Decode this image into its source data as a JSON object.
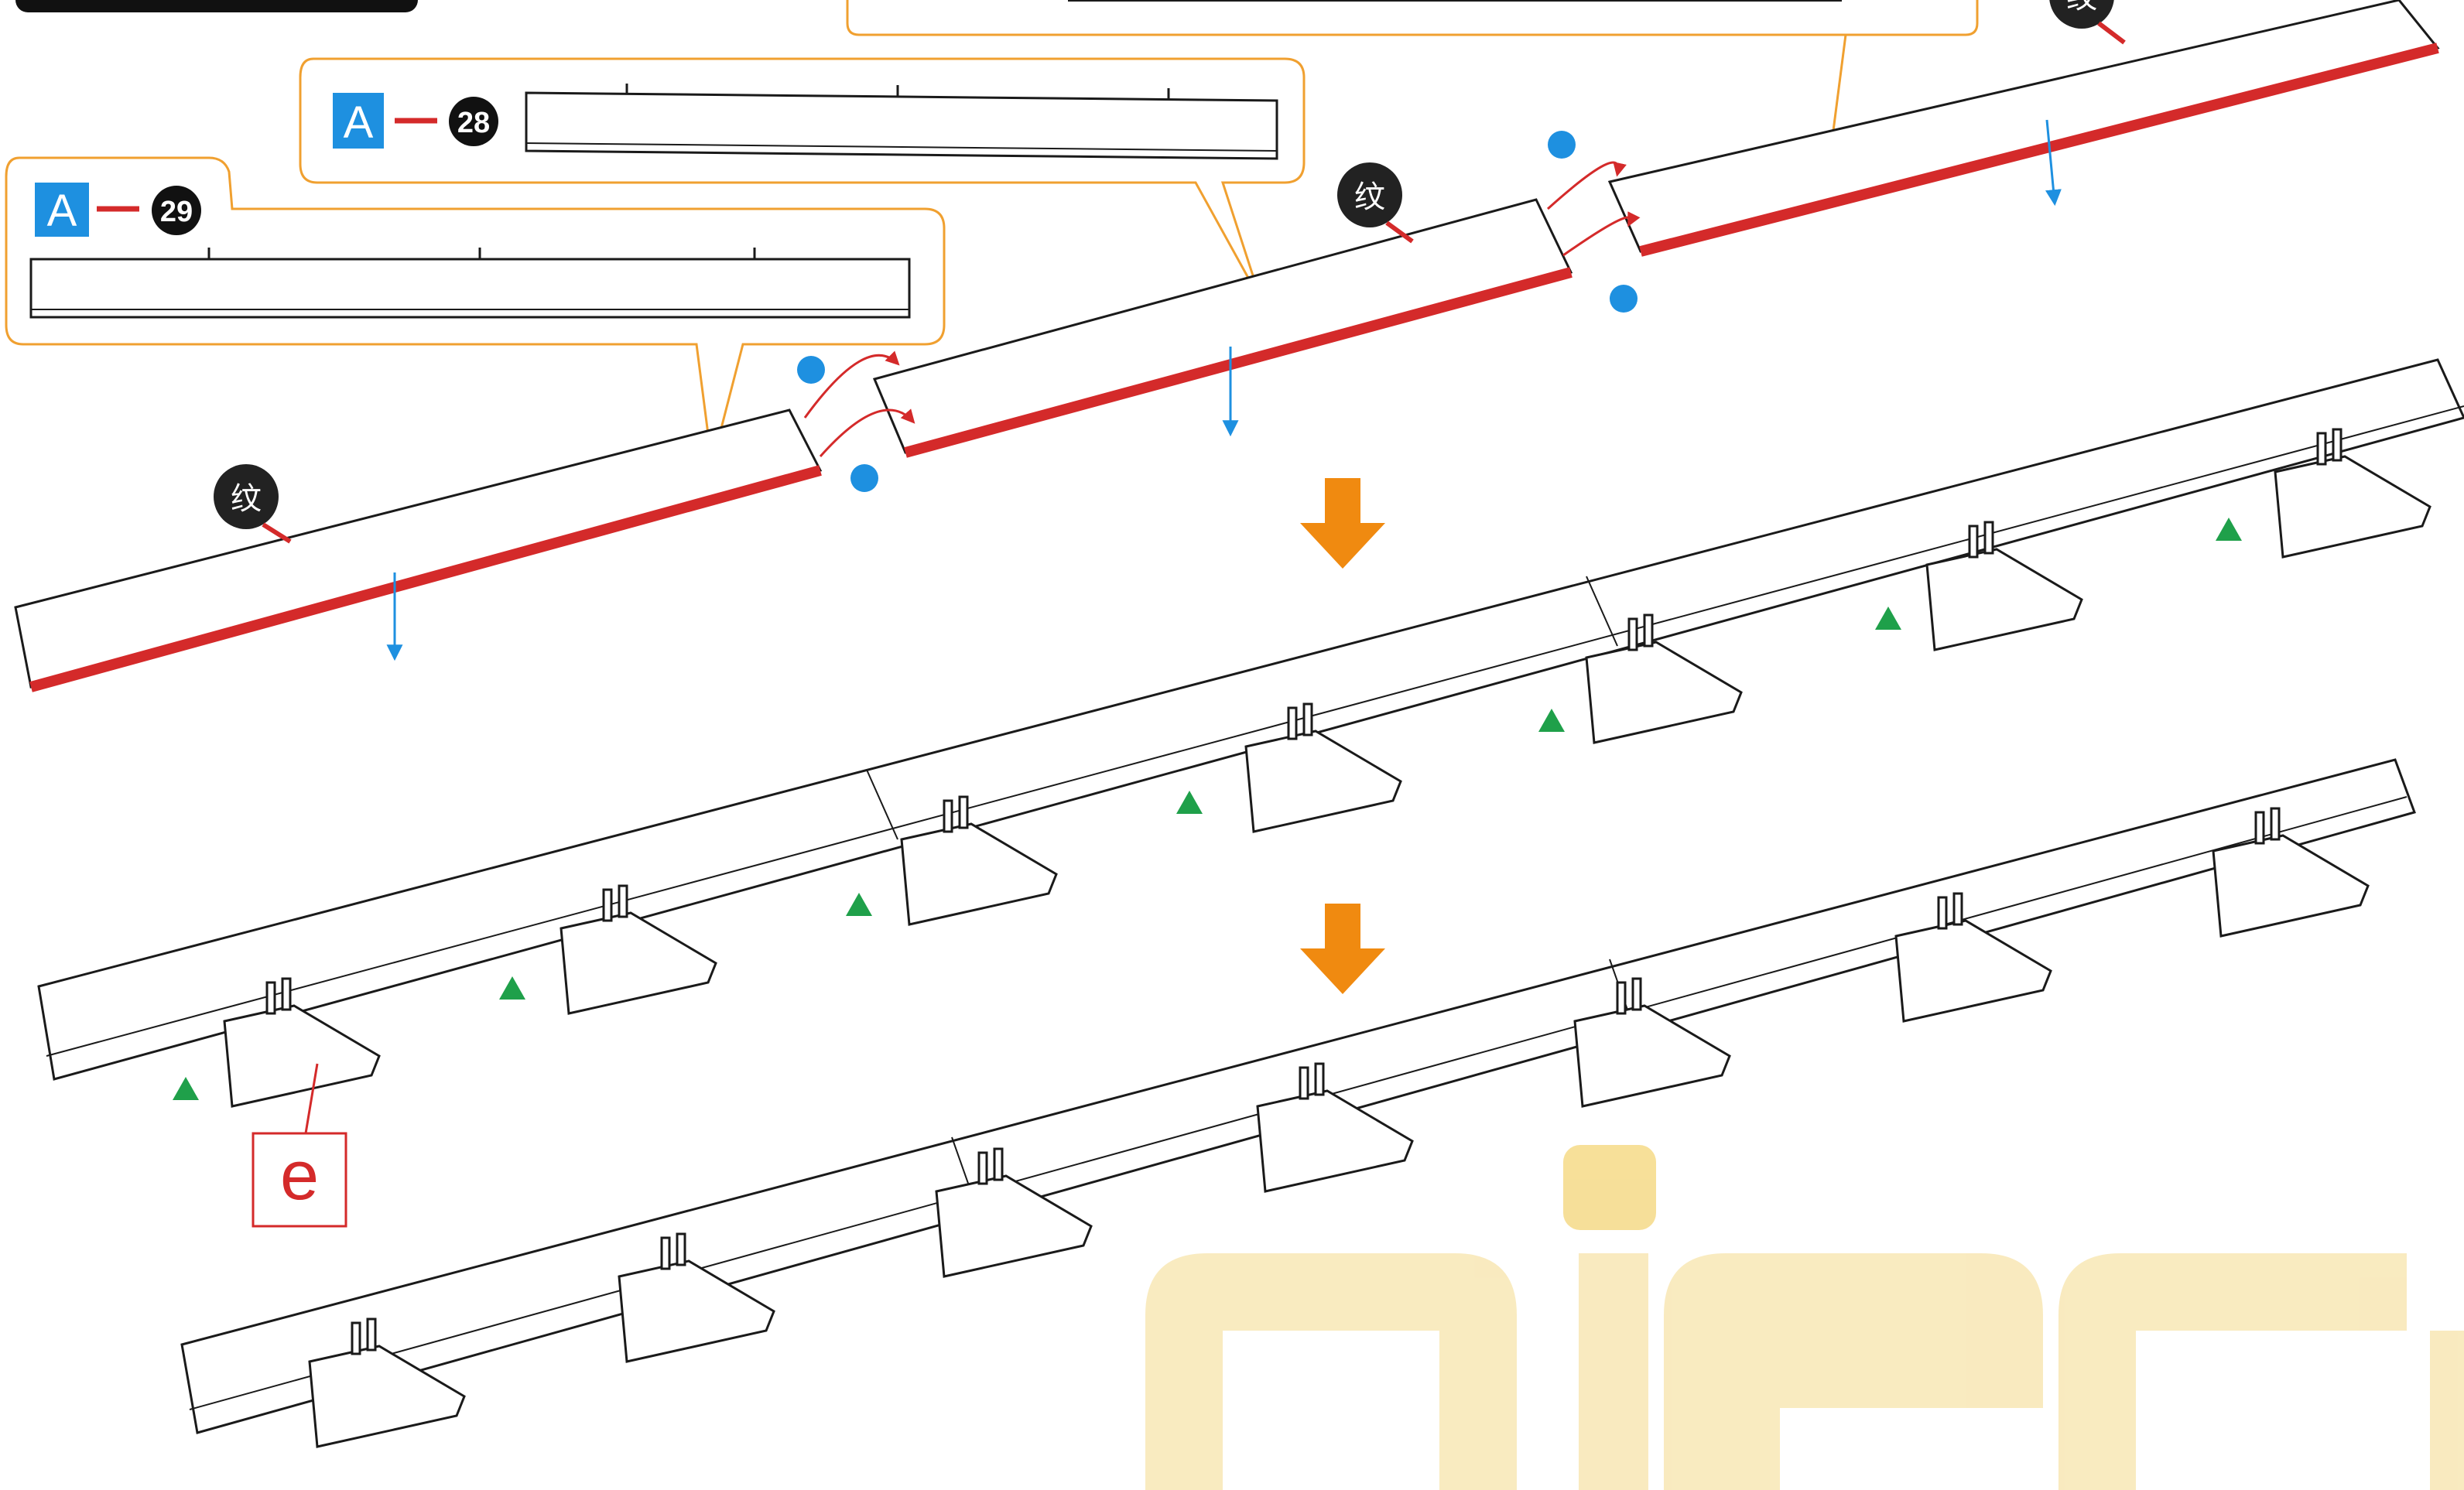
{
  "callouts": [
    {
      "letter": "A",
      "number": "28"
    },
    {
      "letter": "A",
      "number": "29"
    }
  ],
  "texture_tag": "纹",
  "part_label": "e",
  "colors": {
    "blue_accent": "#1e90e0",
    "red_edge": "#d42a2a",
    "callout_border": "#f0a030",
    "arrow_orange": "#f08a10",
    "triangle_green": "#1fa04a",
    "watermark": "#f8e6b0",
    "line": "#1a1a1a"
  },
  "icons": [
    "down-arrow-icon",
    "blue-dot-icon",
    "green-triangle-icon",
    "texture-badge-icon"
  ]
}
